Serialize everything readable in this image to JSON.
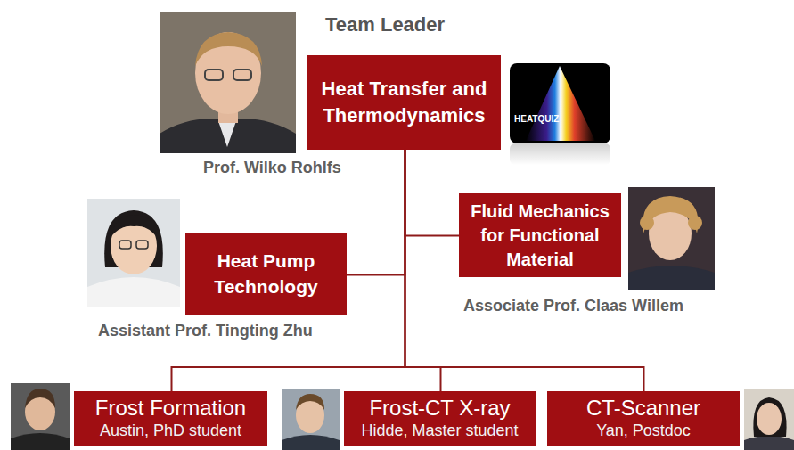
{
  "diagram": {
    "nodes": [
      {
        "text": [
          "Heat Transfer and Thermodynamics"
        ]
      },
      {
        "text": [
          "Heat Pump Technology"
        ]
      },
      {
        "text": [
          "Fluid Mechanics for Functional Material"
        ]
      },
      {
        "text": [
          "Frost Formation",
          "Austin, PhD student"
        ]
      },
      {
        "text": [
          "Frost-CT X-ray",
          "Hidde, Master student"
        ]
      },
      {
        "text": [
          "CT-Scanner",
          "Yan, Postdoc"
        ]
      }
    ],
    "edges": [
      {
        "from": 0,
        "to": 1,
        "arrow": "none"
      },
      {
        "from": 0,
        "to": 2,
        "arrow": "none"
      },
      {
        "from": 0,
        "to": 3,
        "arrow": "none"
      },
      {
        "from": 0,
        "to": 4,
        "arrow": "none"
      },
      {
        "from": 0,
        "to": 5,
        "arrow": "none"
      }
    ],
    "labels": [
      "Team Leader",
      "HEATQUIZ",
      "Prof. Wilko Rohlfs",
      "Assistant Prof. Tingting Zhu",
      "Associate Prof. Claas Willem"
    ]
  }
}
